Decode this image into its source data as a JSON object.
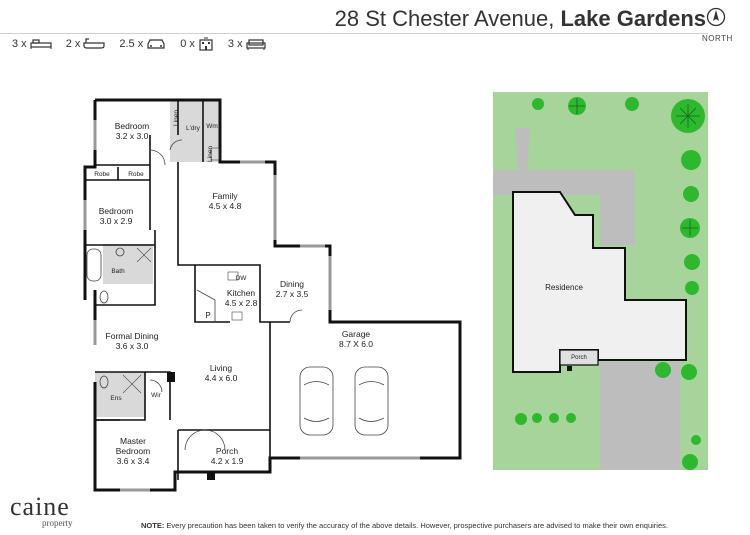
{
  "header": {
    "address": "28 St Chester Avenue,",
    "suburb": "Lake Gardens"
  },
  "features": [
    {
      "count": "3 x",
      "icon": "bed-icon"
    },
    {
      "count": "2 x",
      "icon": "bath-icon"
    },
    {
      "count": "2.5 x",
      "icon": "car-icon"
    },
    {
      "count": "0 x",
      "icon": "building-icon"
    },
    {
      "count": "3 x",
      "icon": "sofa-icon"
    }
  ],
  "compass": {
    "label": "NORTH"
  },
  "floorplan": {
    "rooms": [
      {
        "name": "Bedroom",
        "size": "3.2 x 3.0"
      },
      {
        "name": "Bedroom",
        "size": "3.0 x 2.9"
      },
      {
        "name": "Family",
        "size": "4.5 x 4.8"
      },
      {
        "name": "Kitchen",
        "size": "4.5 x 2.8"
      },
      {
        "name": "Dining",
        "size": "2.7 x 3.5"
      },
      {
        "name": "Formal Dining",
        "size": "3.6 x 3.0"
      },
      {
        "name": "Living",
        "size": "4.4 x 6.0"
      },
      {
        "name": "Garage",
        "size": "8.7 X 6.0"
      },
      {
        "name": "Master",
        "name2": "Bedroom",
        "size": "3.6 x 3.4"
      },
      {
        "name": "Porch",
        "size": "4.2 x 1.9"
      }
    ],
    "small_labels": {
      "linen": "Linen",
      "ldry": "L'dry",
      "wm": "Wm",
      "robe": "Robe",
      "bath": "Bath",
      "dw": "DW",
      "pantry": "P",
      "ens": "Ens",
      "wir": "Wir"
    }
  },
  "siteplan": {
    "residence": "Residence",
    "porch": "Porch"
  },
  "brand": {
    "name": "caine",
    "sub": "property"
  },
  "note": {
    "label": "NOTE:",
    "text": " Every precaution has been taken to verify the accuracy of the above details. However, prospective purchasers are advised to make their own enquiries."
  },
  "colors": {
    "lawn": "#a7d49a",
    "tree": "#2eb82e",
    "driveway": "#bdbdbd",
    "roof": "#f0f0f0",
    "wetarea": "#d9d9d9",
    "wall": "#111111"
  }
}
